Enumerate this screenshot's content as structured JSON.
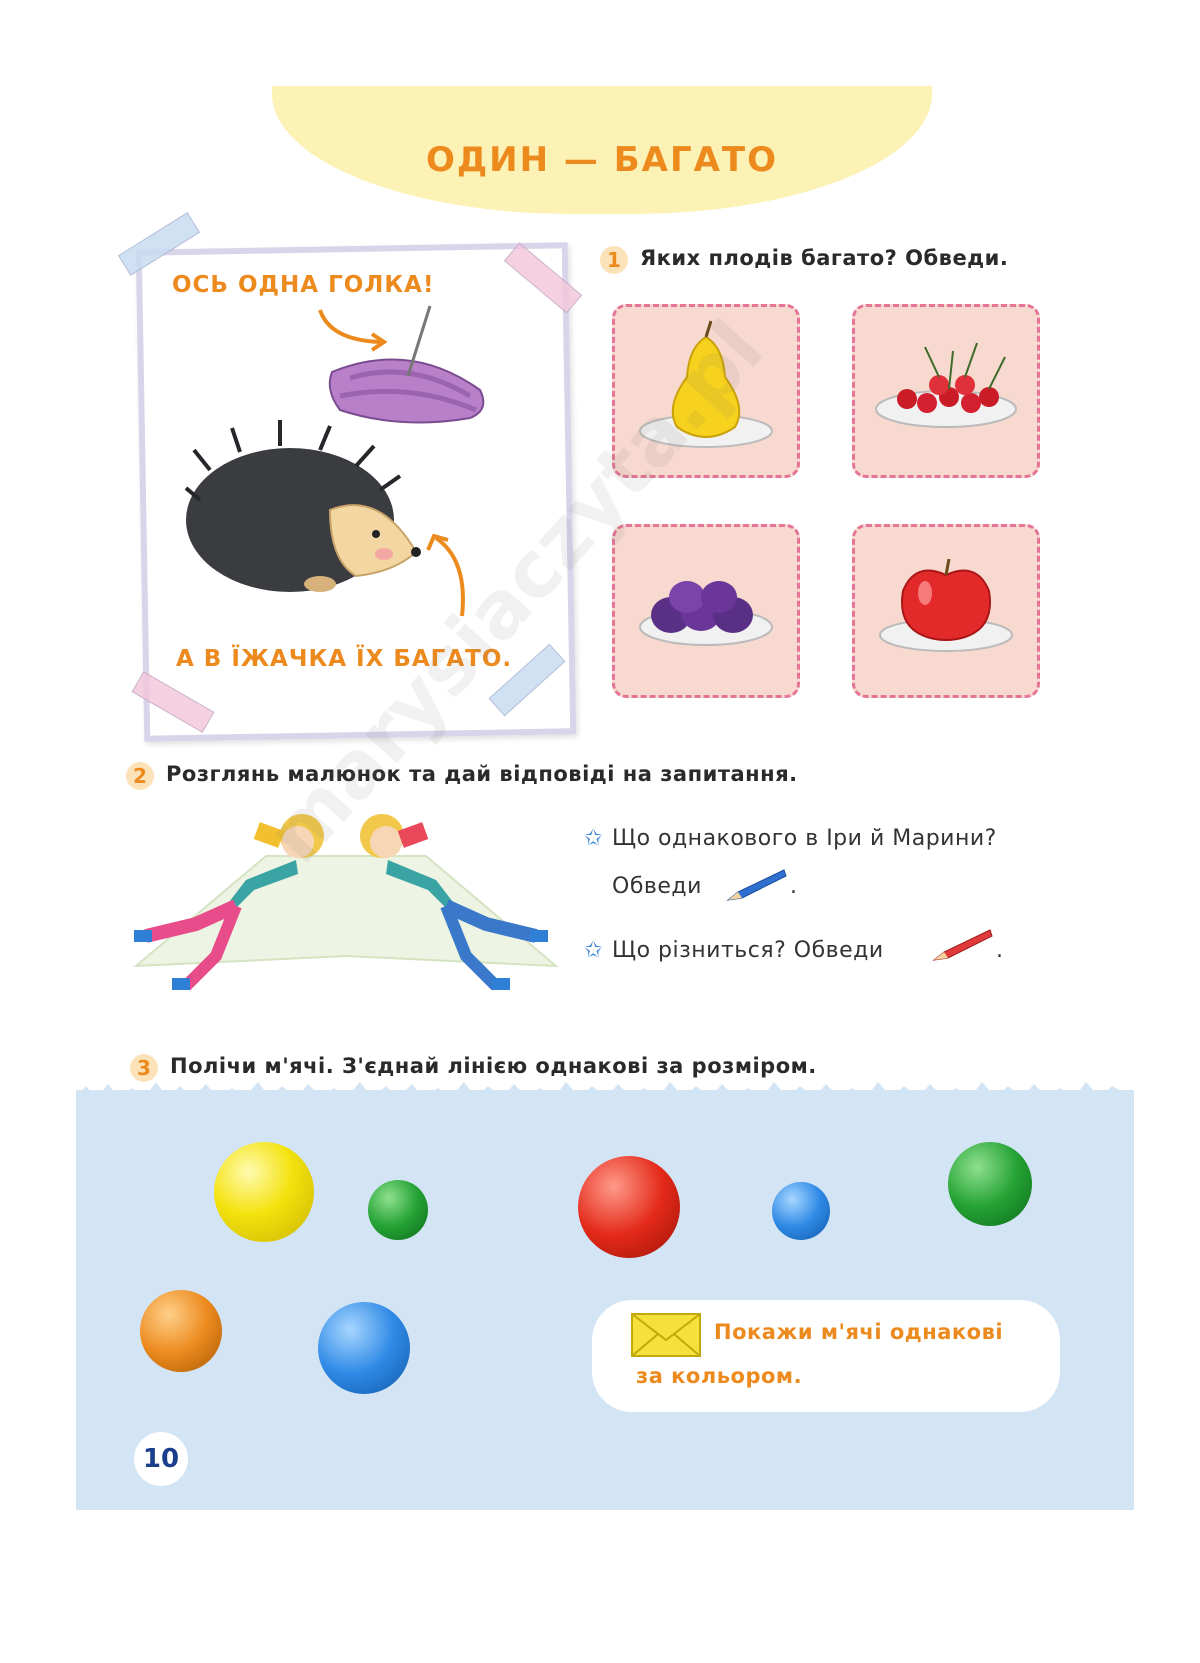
{
  "title": "ОДИН — БАГАТО",
  "card": {
    "line1": "ОСЬ ОДНА ГОЛКА!",
    "line2": "А В ЇЖАЧКА ЇХ БАГАТО."
  },
  "task1": {
    "number": "1",
    "text": "Яких плодів багато? Обведи.",
    "fruits": [
      "pear-icon",
      "cherries-icon",
      "plums-icon",
      "apple-icon"
    ]
  },
  "task2": {
    "number": "2",
    "text": "Розглянь малюнок та дай відповіді на запитання.",
    "q1_line1": "Що однакового в Іри й Марини?",
    "q1_line2": "Обведи",
    "q2": "Що різниться? Обведи",
    "period": "."
  },
  "task3": {
    "number": "3",
    "text": "Полічи м'ячі. З'єднай лінією однакові за розміром.",
    "hint_line1": "Покажи м'ячі однакові",
    "hint_line2": "за кольором."
  },
  "page_number": "10",
  "watermark": "marysiaczyta.pl",
  "colors": {
    "accent_orange": "#ec8a1e",
    "banner_yellow": "#fdf2b5",
    "ball_area_blue": "#d3e4f5",
    "card_pink": "#f8d9cf"
  }
}
